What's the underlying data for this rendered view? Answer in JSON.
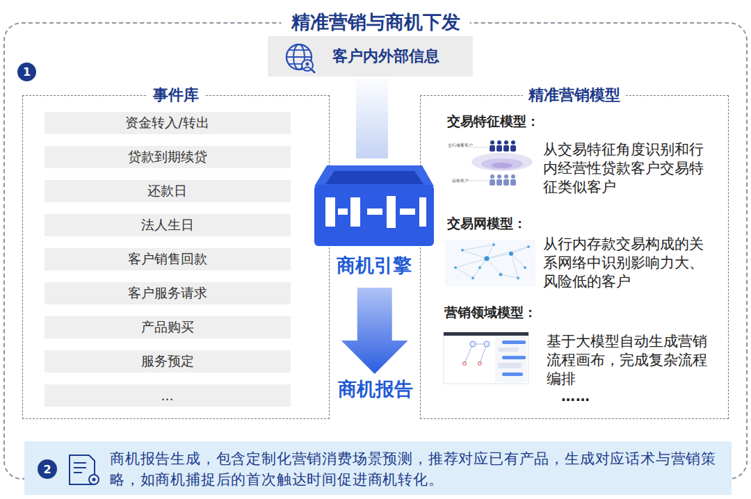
{
  "diagram": {
    "nodes": [
      {
        "text": [
          "精准营销与商机下发"
        ]
      },
      {
        "text": [
          "客户内外部信息"
        ],
        "in": 0
      },
      {
        "text": [
          "1"
        ],
        "in": 0
      },
      {
        "text": [
          "事件库"
        ],
        "in": 0
      },
      {
        "text": [
          "资金转入/转出"
        ],
        "in": 3
      },
      {
        "text": [
          "贷款到期续贷"
        ],
        "in": 3
      },
      {
        "text": [
          "还款日"
        ],
        "in": 3
      },
      {
        "text": [
          "法人生日"
        ],
        "in": 3
      },
      {
        "text": [
          "客户销售回款"
        ],
        "in": 3
      },
      {
        "text": [
          "客户服务请求"
        ],
        "in": 3
      },
      {
        "text": [
          "产品购买"
        ],
        "in": 3
      },
      {
        "text": [
          "服务预定"
        ],
        "in": 3
      },
      {
        "text": [
          "..."
        ],
        "in": 3
      },
      {
        "text": [
          "精准营销模型",
          "交易特征模型：",
          "从交易特征角度识别和行内经营性贷款客户交易特征类似客户",
          "交易网模型：",
          "从行内存款交易构成的关系网络中识别影响力大、风险低的客户",
          "营销领域模型：",
          "基于大模型自动生成营销流程画布，完成复杂流程编排",
          "……"
        ],
        "in": 0
      },
      {
        "text": [
          "商机引擎"
        ],
        "in": 0
      },
      {
        "text": [
          "商机报告"
        ],
        "in": 0
      },
      {
        "text": [
          "商机报告生成，包含定制化营销消费场景预测，推荐对应已有产品，生成对应话术与营销策略，如商机捕捉后的首次触达时间促进商机转化。"
        ]
      },
      {
        "text": [
          "2"
        ],
        "in": 16
      }
    ],
    "edges": [
      {
        "from": 1,
        "to": 14,
        "arrow": "none"
      },
      {
        "from": 14,
        "to": 15,
        "arrow": "to"
      }
    ],
    "labels": [
      "全行储蓄客户",
      "目标客户"
    ]
  }
}
